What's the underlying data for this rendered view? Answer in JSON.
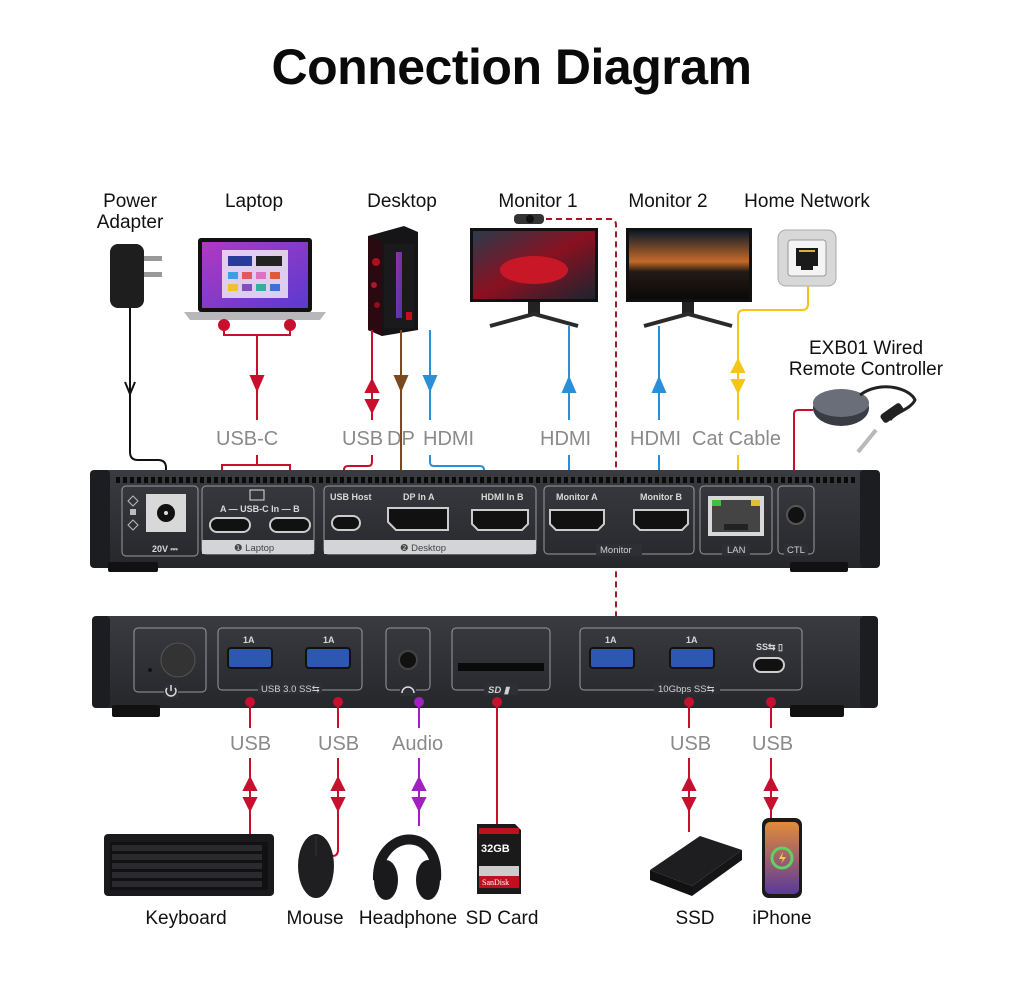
{
  "title": "Connection Diagram",
  "colors": {
    "usb_red": "#c8102e",
    "hdmi_blue": "#2a8fd6",
    "dp_brown": "#7a4a1e",
    "lan_yellow": "#f5c518",
    "audio_purple": "#a020c0",
    "power_black": "#111111",
    "label_gray": "#8a8a8a",
    "device_body": "#2c2d32"
  },
  "top_devices": [
    {
      "id": "power",
      "label": "Power Adapter",
      "lines": [
        "Power",
        "Adapter"
      ]
    },
    {
      "id": "laptop",
      "label": "Laptop"
    },
    {
      "id": "desktop",
      "label": "Desktop"
    },
    {
      "id": "monitor1",
      "label": "Monitor 1"
    },
    {
      "id": "monitor2",
      "label": "Monitor 2"
    },
    {
      "id": "home_network",
      "label": "Home Network"
    },
    {
      "id": "remote",
      "label": "EXB01 Wired Remote Controller",
      "lines": [
        "EXB01 Wired",
        "Remote Controller"
      ]
    }
  ],
  "top_cables": {
    "usb_c": "USB-C",
    "usb": "USB",
    "dp": "DP",
    "hdmi_desktop": "HDMI",
    "hdmi_m1": "HDMI",
    "hdmi_m2": "HDMI",
    "cat": "Cat Cable"
  },
  "rear_panel": {
    "power": {
      "label": "20V ⎓"
    },
    "laptop_group": {
      "port_label": "A — USB-C In — B",
      "group_label": "❶ Laptop"
    },
    "desktop_group": {
      "ports": [
        "USB Host",
        "DP In A",
        "HDMI In B"
      ],
      "group_label": "❷ Desktop"
    },
    "monitor_group": {
      "ports": [
        "Monitor A",
        "Monitor B"
      ],
      "group_label": "Monitor"
    },
    "lan": {
      "label": "LAN"
    },
    "ctl": {
      "label": "CTL"
    }
  },
  "front_panel": {
    "usb3_group": {
      "ports": [
        "1A",
        "1A"
      ],
      "group_label": "USB 3.0 SS⇆"
    },
    "sd": {
      "label": "SD ▮"
    },
    "usb10_group": {
      "ports": [
        "1A",
        "1A",
        "SS⇆ ▯"
      ],
      "group_label": "10Gbps SS⇆"
    }
  },
  "bottom_cables": {
    "kb": "USB",
    "mouse": "USB",
    "audio": "Audio",
    "ssd": "USB",
    "iphone": "USB"
  },
  "bottom_devices": [
    {
      "id": "keyboard",
      "label": "Keyboard"
    },
    {
      "id": "mouse",
      "label": "Mouse"
    },
    {
      "id": "headphone",
      "label": "Headphone"
    },
    {
      "id": "sdcard",
      "label": "SD Card",
      "card_text": "32GB",
      "brand": "SanDisk"
    },
    {
      "id": "ssd",
      "label": "SSD"
    },
    {
      "id": "iphone",
      "label": "iPhone"
    }
  ]
}
